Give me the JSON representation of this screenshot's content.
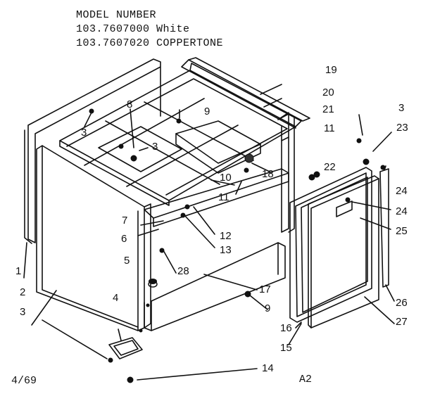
{
  "header": {
    "model_label": "MODEL NUMBER",
    "model_1": "103.7607000 White",
    "model_2": "103.7607020 COPPERTONE"
  },
  "footer": {
    "date_code": "4/69",
    "page_code": "A2"
  },
  "callouts": {
    "c1": "1",
    "c2": "2",
    "c3a": "3",
    "c3b": "3",
    "c3c": "3",
    "c3d": "3",
    "c4": "4",
    "c5": "5",
    "c6": "6",
    "c7": "7",
    "c8": "8",
    "c9a": "9",
    "c9b": "9",
    "c10": "10",
    "c11a": "11",
    "c11b": "11",
    "c12": "12",
    "c13": "13",
    "c14": "14",
    "c15": "15",
    "c16": "16",
    "c17": "17",
    "c18": "18",
    "c19": "19",
    "c20": "20",
    "c21": "21",
    "c22": "22",
    "c23": "23",
    "c24a": "24",
    "c24b": "24",
    "c25": "25",
    "c26": "26",
    "c27": "27",
    "c28": "28"
  }
}
